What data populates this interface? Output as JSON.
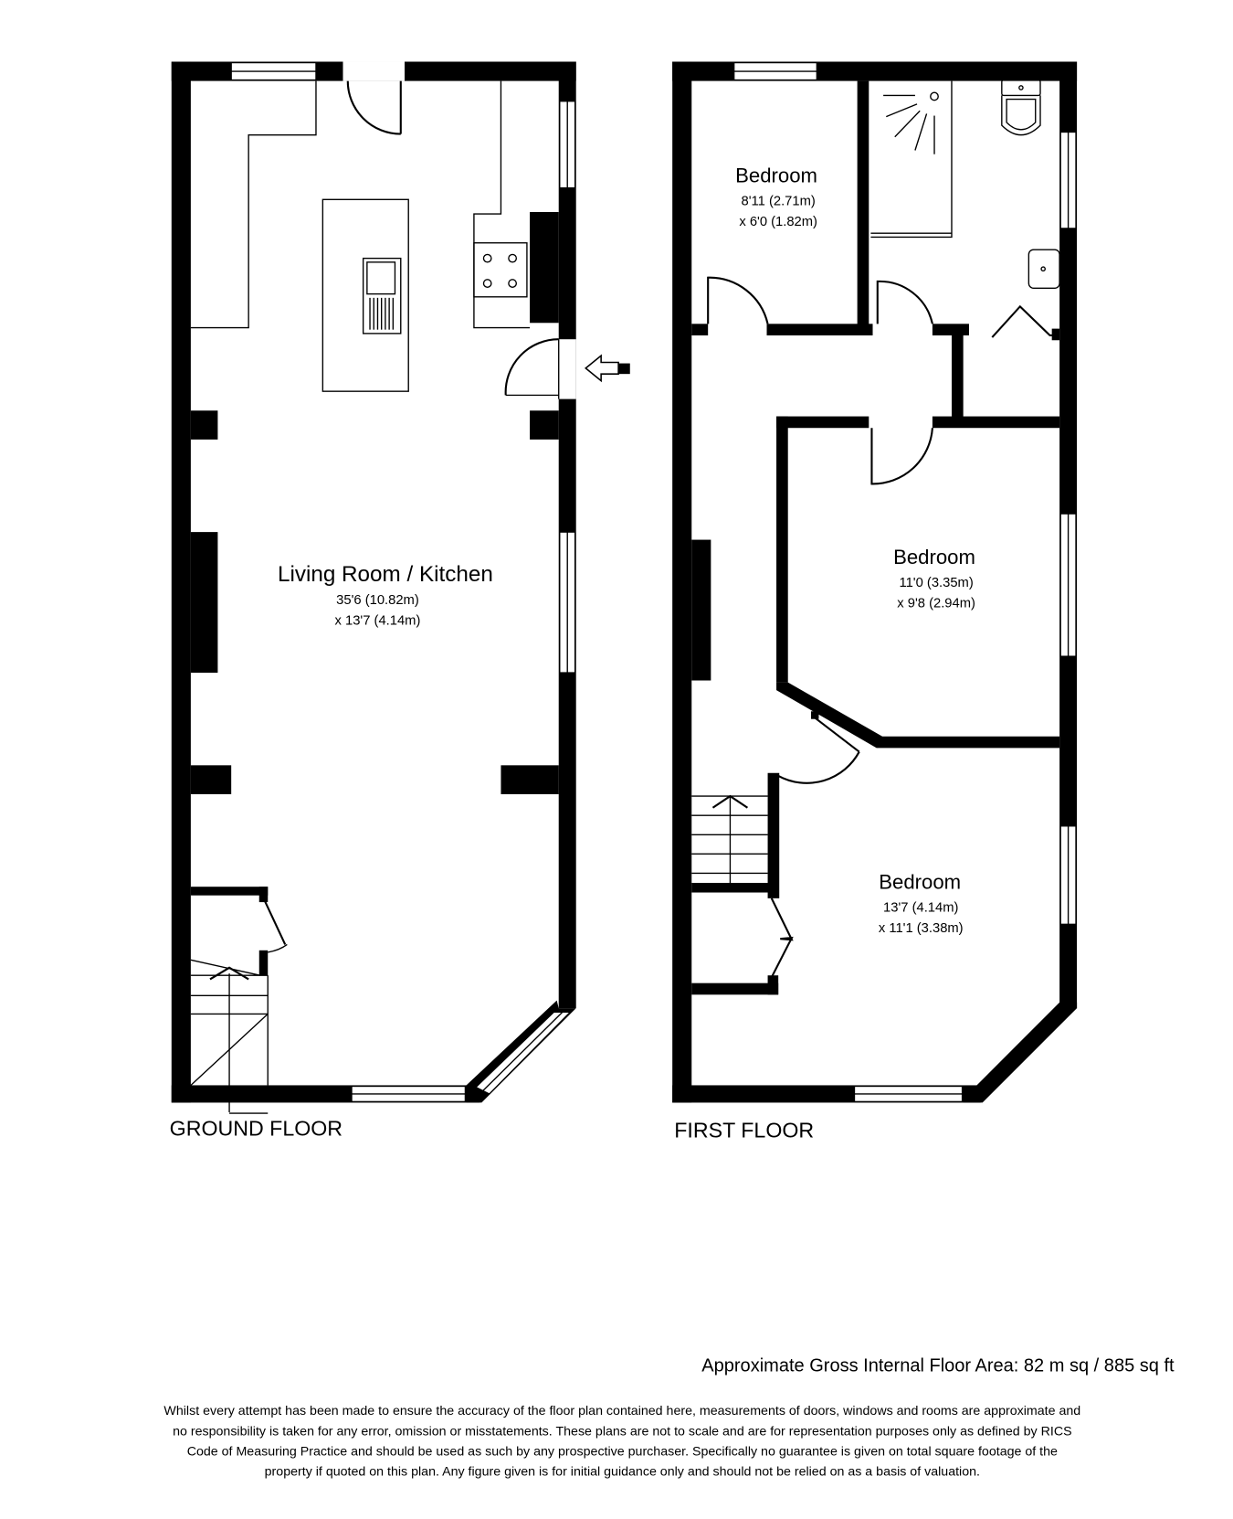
{
  "floors": [
    {
      "label": "GROUND FLOOR",
      "rooms": [
        {
          "name": "Living Room / Kitchen",
          "dim1": "35'6 (10.82m)",
          "dim2": "x 13'7 (4.14m)"
        }
      ],
      "entrance_icon": "entrance-arrow-icon"
    },
    {
      "label": "FIRST FLOOR",
      "rooms": [
        {
          "name": "Bedroom",
          "dim1": "8'11 (2.71m)",
          "dim2": "x 6'0 (1.82m)"
        },
        {
          "name": "Bedroom",
          "dim1": "11'0 (3.35m)",
          "dim2": "x 9'8 (2.94m)"
        },
        {
          "name": "Bedroom",
          "dim1": "13'7 (4.14m)",
          "dim2": "x 11'1 (3.38m)"
        }
      ]
    }
  ],
  "area": "Approximate Gross Internal Floor Area: 82 m sq / 885 sq ft",
  "disclaimer": [
    "Whilst every attempt has been made to ensure the accuracy of the floor plan contained here, measurements of doors, windows and rooms are approximate and",
    "no responsibility is taken for any error, omission or misstatements. These plans are not to scale and are for representation purposes only as defined by RICS",
    "Code of Measuring Practice and should be used as such by any prospective purchaser. Specifically no guarantee is given on total square footage of the",
    "property if quoted on this plan. Any figure given is for initial guidance only and should not be relied on as a basis of valuation."
  ],
  "colors": {
    "line": "#000000",
    "background": "#ffffff"
  }
}
